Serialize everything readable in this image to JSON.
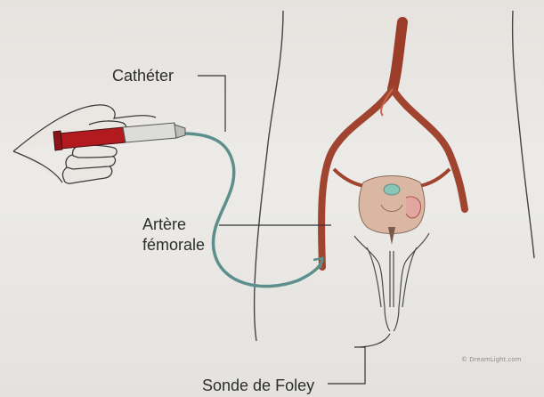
{
  "labels": {
    "catheter": "Cathéter",
    "artery_line1": "Artère",
    "artery_line2": "fémorale",
    "foley": "Sonde de Foley"
  },
  "credit": "© DreamLight.com",
  "colors": {
    "artery": "#a0432f",
    "catheter_tube": "#5c8f8c",
    "syringe_barrel": "#b21a1f",
    "outline": "#3b3b3b"
  }
}
